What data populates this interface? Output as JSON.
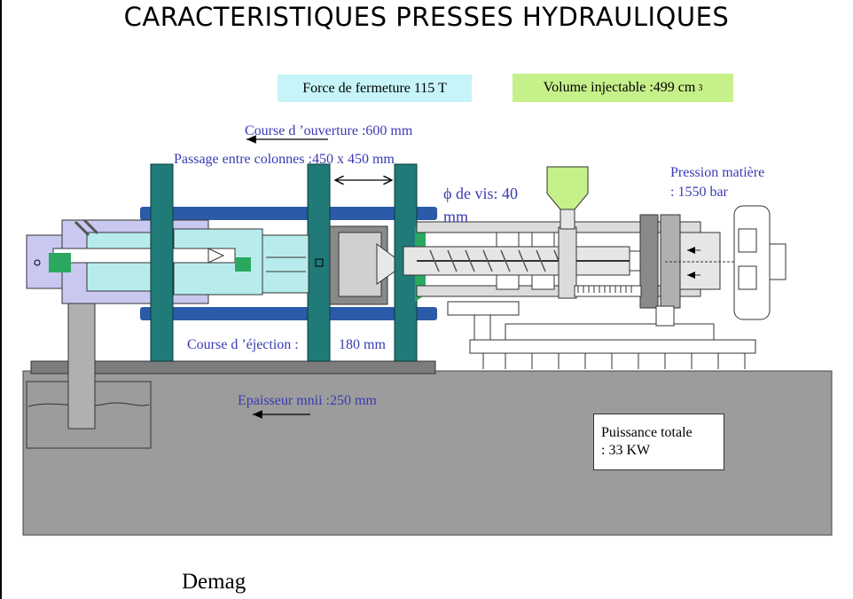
{
  "title": "CARACTERISTIQUES PRESSES HYDRAULIQUES",
  "spec_boxes": {
    "force": "Force de fermeture 115 T",
    "volume": "Volume injectable :499 cm",
    "volume_superscript": "3",
    "power_line1": "Puissance totale",
    "power_line2": ": 33 KW"
  },
  "labels": {
    "course_ouverture": "Course d ’ouverture :600 mm",
    "passage_colonnes": "Passage entre colonnes :450 x 450 mm",
    "phi_symbol": "ϕ",
    "diam_vis_line1": " de vis: 40",
    "diam_vis_line2": "mm",
    "pression_line1": "Pression matière",
    "pression_line2": ": 1550 bar",
    "course_ejection": "Course d ’éjection :",
    "course_ejection_value": "180 mm",
    "epaisseur": "Epaisseur mnii :250 mm"
  },
  "caption": "Demag",
  "colors": {
    "frame": "#9c9c9c",
    "tie_bar": "#2a5aa8",
    "platen": "#1f7a78",
    "clamp_cyl": "#b8ecec",
    "clamp_parts": "#c8c8f0",
    "hopper": "#c6f08a",
    "force_box": "#c6f4f8",
    "volume_box": "#c6f08a",
    "label_blue": "#3a3ab4"
  }
}
